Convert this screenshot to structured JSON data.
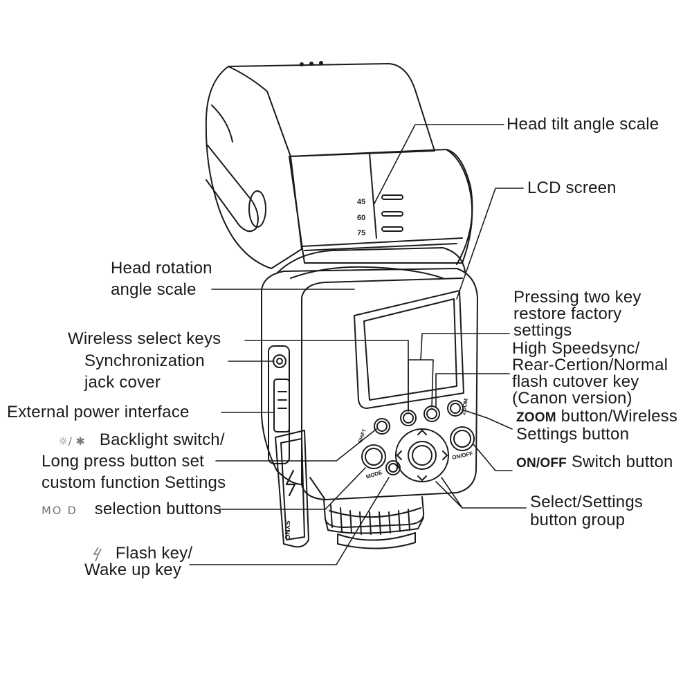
{
  "labels": {
    "head_tilt": "Head tilt angle scale",
    "lcd": "LCD screen",
    "head_rotation_1": "Head rotation",
    "head_rotation_2": "angle scale",
    "pressing_1": "Pressing two key",
    "pressing_2": "restore factory",
    "pressing_3": "settings",
    "wireless_select": "Wireless select keys",
    "sync_1": "Synchronization",
    "sync_2": "jack cover",
    "hss_1": "High Speedsync/",
    "hss_2": "Rear-Certion/Normal",
    "hss_3": "flash cutover key",
    "hss_4": "(Canon version)",
    "ext_power": "External power interface",
    "zoom_word": "ZOOM",
    "zoom_rest": " button/Wireless",
    "zoom_2": "Settings button",
    "backlight": "Backlight switch/",
    "longpress_1": "Long press button set",
    "longpress_2": "custom function Settings",
    "onoff_word": "ON/OFF",
    "onoff_rest": " Switch button",
    "mode_rest": "selection buttons",
    "select_1": "Select/Settings",
    "select_2": "button group",
    "flash_1": "Flash key/",
    "flash_2": "Wake up key"
  },
  "device": {
    "scale_45": "45",
    "scale_60": "60",
    "scale_75": "75",
    "sync_text": "SYNC",
    "mode_btn": "MODE",
    "onoff_btn": "ON/OFF",
    "zoom_btn": "ZOOM",
    "shift_btn": "SHIFT",
    "mod_icon": "MO D",
    "backlight_icon": "☼/ ✱"
  }
}
